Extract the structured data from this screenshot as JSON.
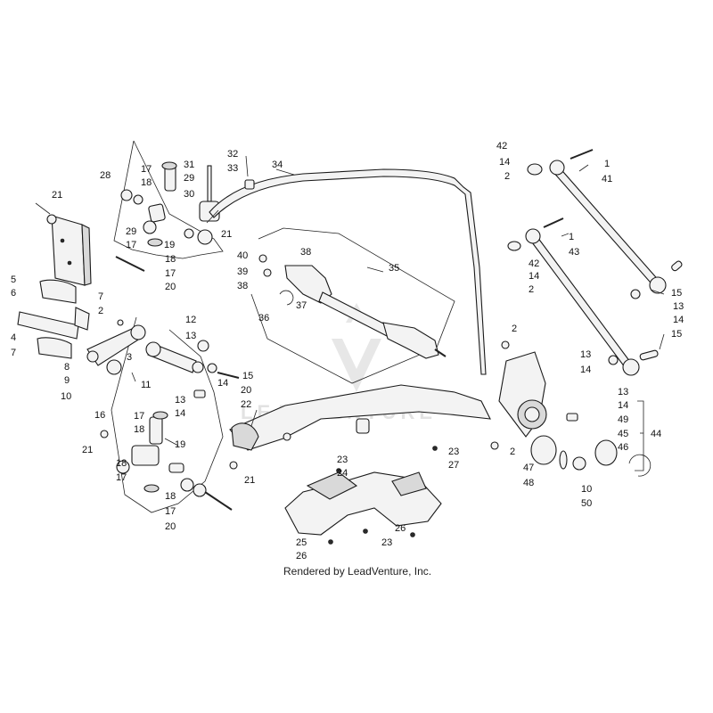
{
  "diagram": {
    "credit": "Rendered by LeadVenture, Inc.",
    "watermark": "LEADVENTURE",
    "callouts": [
      "1",
      "2",
      "3",
      "4",
      "5",
      "6",
      "7",
      "8",
      "9",
      "10",
      "11",
      "12",
      "13",
      "14",
      "15",
      "16",
      "17",
      "18",
      "19",
      "20",
      "21",
      "22",
      "23",
      "24",
      "25",
      "26",
      "27",
      "28",
      "29",
      "30",
      "31",
      "32",
      "33",
      "34",
      "35",
      "36",
      "37",
      "38",
      "39",
      "40",
      "41",
      "42",
      "43",
      "44",
      "45",
      "46",
      "47",
      "48",
      "49",
      "50"
    ]
  }
}
